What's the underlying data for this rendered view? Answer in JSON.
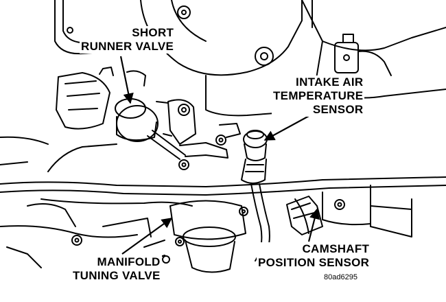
{
  "callouts": {
    "short_runner_valve": "SHORT\nRUNNER VALVE",
    "intake_air_temperature_sensor": "INTAKE AIR\nTEMPERATURE\nSENSOR",
    "manifold_tuning_valve": "MANIFOLD\nTUNING VALVE",
    "camshaft_position_sensor": "CAMSHAFT\nPOSITION SENSOR"
  },
  "figure_id": "80ad6295",
  "colors": {
    "ink": "#000000",
    "paper": "#ffffff"
  }
}
